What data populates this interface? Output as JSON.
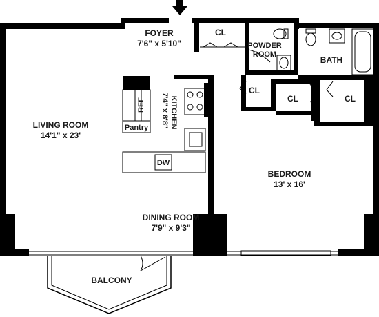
{
  "rooms": {
    "foyer": {
      "name": "FOYER",
      "dims": "7'6\" x 5'10\""
    },
    "living": {
      "name": "LIVING ROOM",
      "dims": "14'1\" x 23'"
    },
    "kitchen": {
      "name": "KITCHEN",
      "dims": "7'4\" x 8'8\""
    },
    "dining": {
      "name": "DINING ROOM",
      "dims": "7'9\" x 9'3\""
    },
    "bedroom": {
      "name": "BEDROOM",
      "dims": "13' x 16'"
    },
    "powder": {
      "name_line1": "POWDER",
      "name_line2": "ROOM"
    },
    "bath": {
      "name": "BATH"
    },
    "balcony": {
      "name": "BALCONY"
    }
  },
  "closets": {
    "foyer": "CL",
    "hall_left": "CL",
    "hall_mid": "CL",
    "bedroom": "CL"
  },
  "fixtures": {
    "ref": "REF",
    "pantry": "Pantry",
    "dw": "DW"
  },
  "icons": [
    "entry-arrow-icon"
  ]
}
